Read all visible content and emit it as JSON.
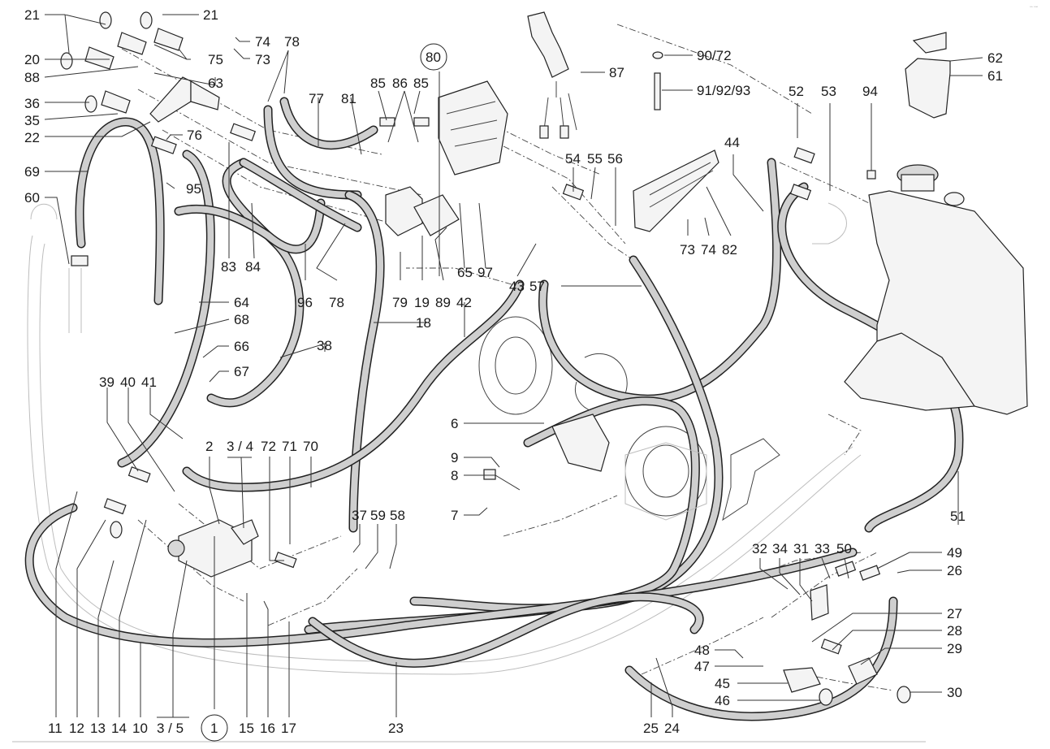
{
  "diagram": {
    "title": "Hydraulic system exploded parts diagram",
    "corner_mark": "▫▫ ▫▫▫",
    "circled_labels": [
      "80",
      "1"
    ],
    "callouts": [
      {
        "id": "21a",
        "text": "21"
      },
      {
        "id": "21b",
        "text": "21"
      },
      {
        "id": "74a",
        "text": "74"
      },
      {
        "id": "73a",
        "text": "73"
      },
      {
        "id": "78a",
        "text": "78"
      },
      {
        "id": "80",
        "text": "80"
      },
      {
        "id": "20",
        "text": "20"
      },
      {
        "id": "75",
        "text": "75"
      },
      {
        "id": "88",
        "text": "88"
      },
      {
        "id": "63",
        "text": "63"
      },
      {
        "id": "36",
        "text": "36"
      },
      {
        "id": "35",
        "text": "35"
      },
      {
        "id": "22",
        "text": "22"
      },
      {
        "id": "76",
        "text": "76"
      },
      {
        "id": "85a",
        "text": "85"
      },
      {
        "id": "86",
        "text": "86"
      },
      {
        "id": "85b",
        "text": "85"
      },
      {
        "id": "77",
        "text": "77"
      },
      {
        "id": "81",
        "text": "81"
      },
      {
        "id": "87",
        "text": "87"
      },
      {
        "id": "90_72",
        "text": "90/72"
      },
      {
        "id": "91_92_93",
        "text": "91/92/93"
      },
      {
        "id": "62",
        "text": "62"
      },
      {
        "id": "61",
        "text": "61"
      },
      {
        "id": "52",
        "text": "52"
      },
      {
        "id": "53",
        "text": "53"
      },
      {
        "id": "94",
        "text": "94"
      },
      {
        "id": "44",
        "text": "44"
      },
      {
        "id": "69",
        "text": "69"
      },
      {
        "id": "95",
        "text": "95"
      },
      {
        "id": "60",
        "text": "60"
      },
      {
        "id": "54",
        "text": "54"
      },
      {
        "id": "55",
        "text": "55"
      },
      {
        "id": "56",
        "text": "56"
      },
      {
        "id": "82",
        "text": "82"
      },
      {
        "id": "73b",
        "text": "73"
      },
      {
        "id": "74b",
        "text": "74"
      },
      {
        "id": "83",
        "text": "83"
      },
      {
        "id": "84",
        "text": "84"
      },
      {
        "id": "96",
        "text": "96"
      },
      {
        "id": "78b",
        "text": "78"
      },
      {
        "id": "79",
        "text": "79"
      },
      {
        "id": "19",
        "text": "19"
      },
      {
        "id": "89",
        "text": "89"
      },
      {
        "id": "65",
        "text": "65"
      },
      {
        "id": "97",
        "text": "97"
      },
      {
        "id": "43",
        "text": "43"
      },
      {
        "id": "57",
        "text": "57"
      },
      {
        "id": "42",
        "text": "42"
      },
      {
        "id": "18",
        "text": "18"
      },
      {
        "id": "64",
        "text": "64"
      },
      {
        "id": "68",
        "text": "68"
      },
      {
        "id": "38",
        "text": "38"
      },
      {
        "id": "66",
        "text": "66"
      },
      {
        "id": "67",
        "text": "67"
      },
      {
        "id": "39",
        "text": "39"
      },
      {
        "id": "40",
        "text": "40"
      },
      {
        "id": "41",
        "text": "41"
      },
      {
        "id": "6",
        "text": "6"
      },
      {
        "id": "9",
        "text": "9"
      },
      {
        "id": "8",
        "text": "8"
      },
      {
        "id": "7",
        "text": "7"
      },
      {
        "id": "2",
        "text": "2"
      },
      {
        "id": "3_4",
        "text": "3 / 4"
      },
      {
        "id": "72",
        "text": "72"
      },
      {
        "id": "71",
        "text": "71"
      },
      {
        "id": "70",
        "text": "70"
      },
      {
        "id": "37",
        "text": "37"
      },
      {
        "id": "59",
        "text": "59"
      },
      {
        "id": "58",
        "text": "58"
      },
      {
        "id": "51",
        "text": "51"
      },
      {
        "id": "32",
        "text": "32"
      },
      {
        "id": "34",
        "text": "34"
      },
      {
        "id": "31",
        "text": "31"
      },
      {
        "id": "33",
        "text": "33"
      },
      {
        "id": "50",
        "text": "50"
      },
      {
        "id": "49",
        "text": "49"
      },
      {
        "id": "26",
        "text": "26"
      },
      {
        "id": "27",
        "text": "27"
      },
      {
        "id": "28",
        "text": "28"
      },
      {
        "id": "29",
        "text": "29"
      },
      {
        "id": "48",
        "text": "48"
      },
      {
        "id": "47",
        "text": "47"
      },
      {
        "id": "45",
        "text": "45"
      },
      {
        "id": "46",
        "text": "46"
      },
      {
        "id": "30",
        "text": "30"
      },
      {
        "id": "11",
        "text": "11"
      },
      {
        "id": "12",
        "text": "12"
      },
      {
        "id": "13",
        "text": "13"
      },
      {
        "id": "14",
        "text": "14"
      },
      {
        "id": "10",
        "text": "10"
      },
      {
        "id": "3_5",
        "text": "3 / 5"
      },
      {
        "id": "1",
        "text": "1"
      },
      {
        "id": "15",
        "text": "15"
      },
      {
        "id": "16",
        "text": "16"
      },
      {
        "id": "17",
        "text": "17"
      },
      {
        "id": "23",
        "text": "23"
      },
      {
        "id": "25",
        "text": "25"
      },
      {
        "id": "24",
        "text": "24"
      }
    ]
  }
}
